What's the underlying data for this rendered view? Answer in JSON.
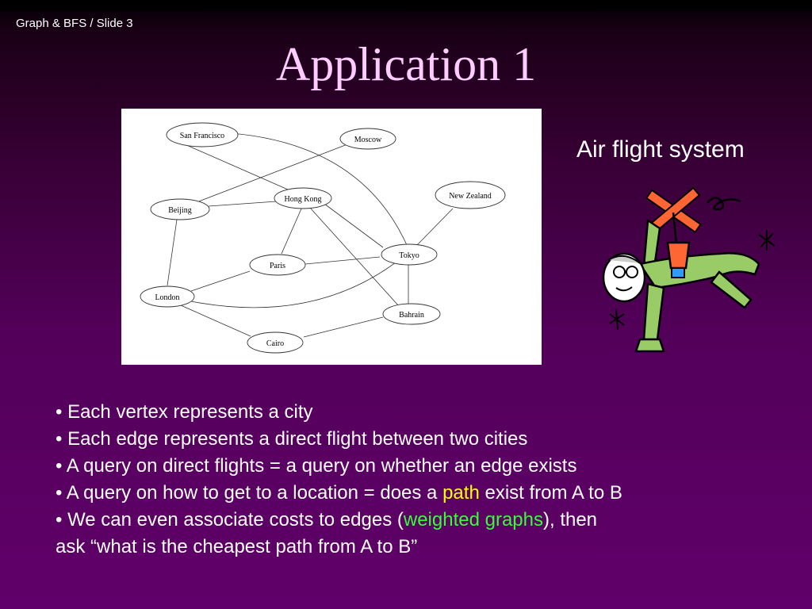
{
  "slide": {
    "label": "Graph & BFS / Slide 3",
    "title": "Application 1",
    "subtitle": "Air flight system"
  },
  "graph": {
    "nodes": {
      "sf": "San Francisco",
      "moscow": "Moscow",
      "hk": "Hong Kong",
      "nz": "New Zealand",
      "beijing": "Beijing",
      "paris": "Paris",
      "tokyo": "Tokyo",
      "london": "London",
      "bahrain": "Bahrain",
      "cairo": "Cairo"
    }
  },
  "bullets": {
    "b1": "• Each vertex represents a city",
    "b2": "• Each edge represents a direct flight between two cities",
    "b3": "• A query on direct flights = a query on whether an edge exists",
    "b4_pre": "• A query on how to get to a location = does a ",
    "b4_hl": "path",
    "b4_post": " exist from A to B",
    "b5_pre": "• We can even associate costs to edges (",
    "b5_hl": "weighted graphs",
    "b5_post": "), then",
    "b6": "ask “what is the cheapest path from A to B”"
  },
  "colors": {
    "title": "#ffccff",
    "path_highlight": "#ffff00",
    "weighted_highlight": "#33ff33"
  },
  "icons": {
    "clipart": "helicopter-person-icon"
  }
}
